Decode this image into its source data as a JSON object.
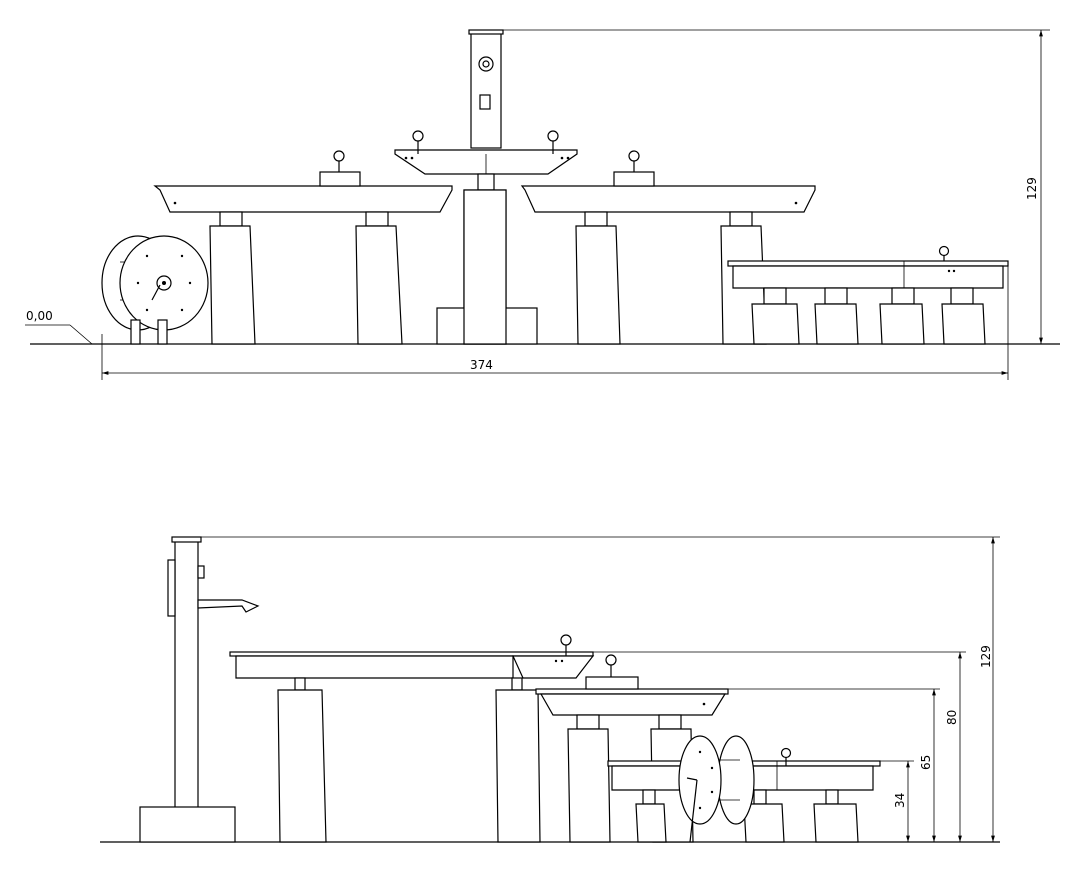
{
  "top_view": {
    "ground_label": "0,00",
    "width_dim": "374",
    "height_dim": "129"
  },
  "side_view": {
    "dims": [
      "129",
      "80",
      "65",
      "34"
    ]
  }
}
